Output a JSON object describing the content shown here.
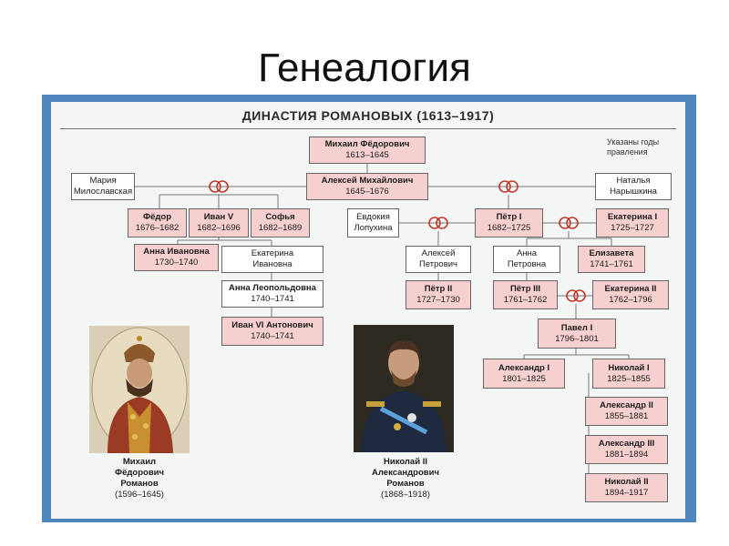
{
  "slide_title": "Генеалогия",
  "chart_title": "ДИНАСТИЯ РОМАНОВЫХ (1613–1917)",
  "note": [
    "Указаны годы",
    "правления"
  ],
  "persons": {
    "mikhail": {
      "name": "Михаил Фёдорович",
      "years": "1613–1645"
    },
    "aleksey": {
      "name": "Алексей Михайлович",
      "years": "1645–1676"
    },
    "maria": {
      "name": "Мария",
      "years": "Милославская"
    },
    "natalya": {
      "name": "Наталья",
      "years": "Нарышкина"
    },
    "fyodor": {
      "name": "Фёдор",
      "years": "1676–1682"
    },
    "ivan5": {
      "name": "Иван V",
      "years": "1682–1696"
    },
    "sofya": {
      "name": "Софья",
      "years": "1682–1689"
    },
    "evdokia": {
      "name": "Евдокия",
      "years": "Лопухина"
    },
    "petr1": {
      "name": "Пётр I",
      "years": "1682–1725"
    },
    "ekaterina1": {
      "name": "Екатерина I",
      "years": "1725–1727"
    },
    "anna_ivanovna": {
      "name": "Анна Ивановна",
      "years": "1730–1740"
    },
    "ekaterina_ivanovna": {
      "name": "Екатерина",
      "years": "Ивановна"
    },
    "aleksey_petrovich": {
      "name": "Алексей",
      "years": "Петрович"
    },
    "anna_petrovna": {
      "name": "Анна",
      "years": "Петровна"
    },
    "elizaveta": {
      "name": "Елизавета",
      "years": "1741–1761"
    },
    "anna_leopoldovna": {
      "name": "Анна Леопольдовна",
      "years": "1740–1741"
    },
    "petr2": {
      "name": "Пётр II",
      "years": "1727–1730"
    },
    "petr3": {
      "name": "Пётр III",
      "years": "1761–1762"
    },
    "ekaterina2": {
      "name": "Екатерина II",
      "years": "1762–1796"
    },
    "ivan6": {
      "name": "Иван VI Антонович",
      "years": "1740–1741"
    },
    "pavel1": {
      "name": "Павел I",
      "years": "1796–1801"
    },
    "aleksandr1": {
      "name": "Александр I",
      "years": "1801–1825"
    },
    "nikolay1": {
      "name": "Николай I",
      "years": "1825–1855"
    },
    "aleksandr2": {
      "name": "Александр II",
      "years": "1855–1881"
    },
    "aleksandr3": {
      "name": "Александр III",
      "years": "1881–1894"
    },
    "nikolay2": {
      "name": "Николай II",
      "years": "1894–1917"
    }
  },
  "portraits": {
    "left": {
      "line1": "Михаил",
      "line2": "Фёдорович",
      "line3": "Романов",
      "line4": "(1596–1645)"
    },
    "right": {
      "line1": "Николай II",
      "line2": "Александрович",
      "line3": "Романов",
      "line4": "(1868–1918)"
    }
  },
  "colors": {
    "frame": "#4e87bd",
    "ruler_box": "#f6cfcf",
    "line": "#777777",
    "ring": "#c0392b"
  }
}
